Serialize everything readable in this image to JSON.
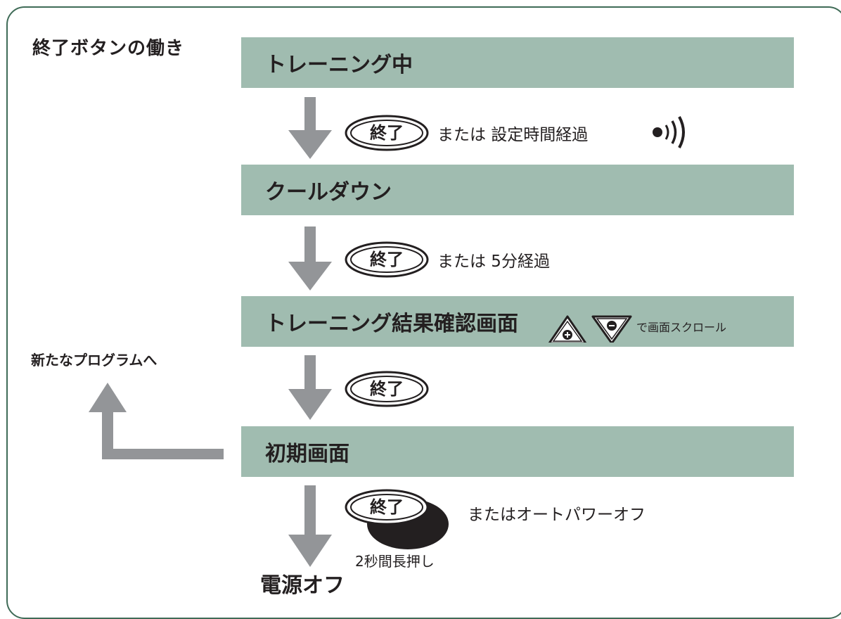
{
  "title": "終了ボタンの働き",
  "steps": {
    "training": "トレーニング中",
    "cooldown": "クールダウン",
    "results": "トレーニング結果確認画面",
    "initial": "初期画面",
    "power_off": "電源オフ"
  },
  "button_label": "終了",
  "conditions": {
    "c1": "または 設定時間経過",
    "c2": "または 5分経過",
    "c4": "またはオートパワーオフ"
  },
  "hold_note": "2秒間長押し",
  "scroll_hint": "で画面スクロール",
  "side_label": "新たなプログラムへ",
  "colors": {
    "bar": "#a0bcb0",
    "arrow": "#939598",
    "frame": "#3f6b57",
    "text": "#231f20"
  },
  "icons": [
    "sound-icon",
    "plus-triangle-icon",
    "minus-triangle-icon"
  ]
}
